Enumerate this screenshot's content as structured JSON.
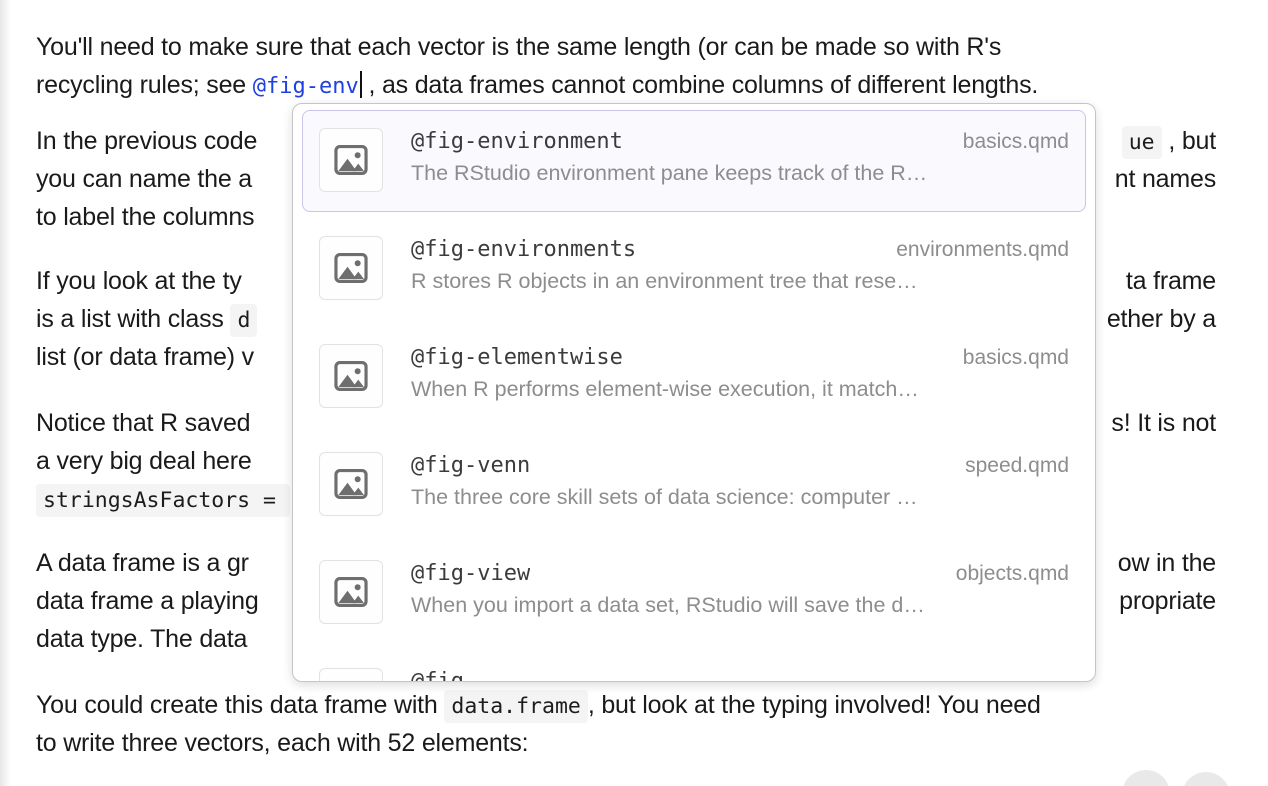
{
  "doc": {
    "p1_l1": "You'll need to make sure that each vector is the same length (or can be made so with R's",
    "p1_l2_pre": "recycling rules; see ",
    "p1_ref": "@fig-env",
    "p1_l2_post": " , as data frames cannot combine columns of different lengths.",
    "fragments": {
      "p2_l1_left": "In the previous code",
      "p2_l1_right_code": "ue",
      "p2_l1_right": " , but",
      "p2_l2_left": "you can name the a",
      "p2_l2_right": "nt names",
      "p2_l3_left": "to label the columns",
      "p3_l1_left": "If you look at the ty",
      "p3_l1_right": "ta frame",
      "p3_l2_left": "is a list with class ",
      "p3_l2_left_code": "d",
      "p3_l2_right": "ether by a",
      "p3_l3_left": "list (or data frame) v",
      "p4_l1_left": "Notice that R saved",
      "p4_l1_right": "s! It is not",
      "p4_l2_left": "a very big deal here",
      "p4_l3_code": "stringsAsFactors =",
      "p5_l1_left": "A data frame is a gr",
      "p5_l1_right": "ow in the",
      "p5_l2_left": "data frame a playing",
      "p5_l2_right": "propriate",
      "p5_l3_left": "data type. The data",
      "p6_l1_pre": "You could create this data frame with ",
      "p6_code": "data.frame",
      "p6_l1_post": ", but look at the typing involved! You need",
      "p6_l2": "to write three vectors, each with 52 elements:"
    }
  },
  "popup": {
    "items": [
      {
        "ref": "@fig-environment",
        "file": "basics.qmd",
        "desc": "The RStudio environment pane keeps track of the R…",
        "selected": true
      },
      {
        "ref": "@fig-environments",
        "file": "environments.qmd",
        "desc": "R stores R objects in an environment tree that rese…",
        "selected": false
      },
      {
        "ref": "@fig-elementwise",
        "file": "basics.qmd",
        "desc": "When R performs element-wise execution, it match…",
        "selected": false
      },
      {
        "ref": "@fig-venn",
        "file": "speed.qmd",
        "desc": "The three core skill sets of data science: computer …",
        "selected": false
      },
      {
        "ref": "@fig-view",
        "file": "objects.qmd",
        "desc": "When you import a data set, RStudio will save the d…",
        "selected": false
      },
      {
        "ref": "@fig-",
        "file": "",
        "desc": "",
        "selected": false
      }
    ]
  },
  "fab": {
    "left_glyph": "··",
    "right_glyph": ""
  },
  "colors": {
    "ref_blue": "#2040df",
    "selected_bg": "#faf9fe",
    "selected_border": "#c8c4ea",
    "muted_text": "#8d8d8d",
    "code_bg": "#f4f4f4"
  }
}
